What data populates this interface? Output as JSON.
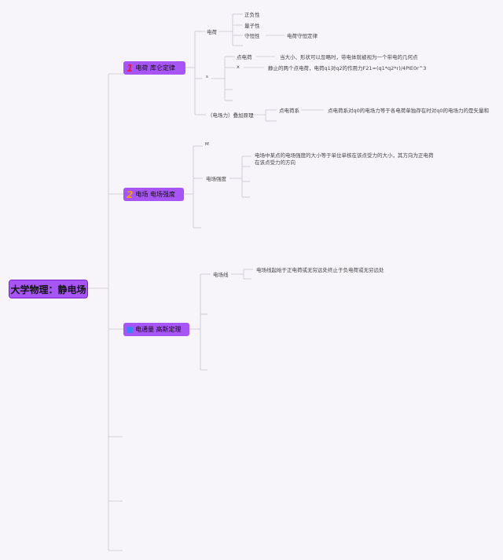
{
  "root": {
    "label": "大学物理：静电场"
  },
  "topics": [
    {
      "number": "1",
      "number_color": "#e11d48",
      "label": "电荷 库仑定律",
      "children": {
        "charge": "电荷",
        "charge_props": [
          "正负性",
          "量子性",
          "守恒性"
        ],
        "conservation_law": "电荷守恒定律",
        "s_marker": "s",
        "point_charge": "点电荷",
        "point_charge_def": "当大小、形状可以忽略时，带电体就被视为一个带电的几何点",
        "x_marker": "x",
        "coulomb_formula": "静止的两个点电荷，电荷q1对q2的作用力F21=(q1*q2*r)/4PIE0r^3",
        "superposition": "（电场力）叠加原理",
        "point_charge_system": "点电荷系",
        "superposition_def": "点电荷系对q0的电场力等于各电荷单独存在时对q0的电场力的是矢量和"
      }
    },
    {
      "number": "2",
      "number_color": "#f59e0b",
      "label": "电场 电场强度",
      "children": {
        "m_marker": "M",
        "field_strength": "电场强度",
        "field_strength_def_1": "电场中某点的电场强度的大小等于单位单核在该点受力的大小，其方向为正电荷",
        "field_strength_def_2": "在该点受力的方向"
      }
    },
    {
      "number": "",
      "number_color": "#3b82f6",
      "label": "电通量 高斯定理",
      "children": {
        "field_line": "电场线",
        "field_line_def": "电场线起始于正电荷或无穷远处终止于负电荷或无穷远处"
      }
    }
  ],
  "colors": {
    "topic_bg": "#a855f7",
    "line": "#c8c8cc"
  }
}
